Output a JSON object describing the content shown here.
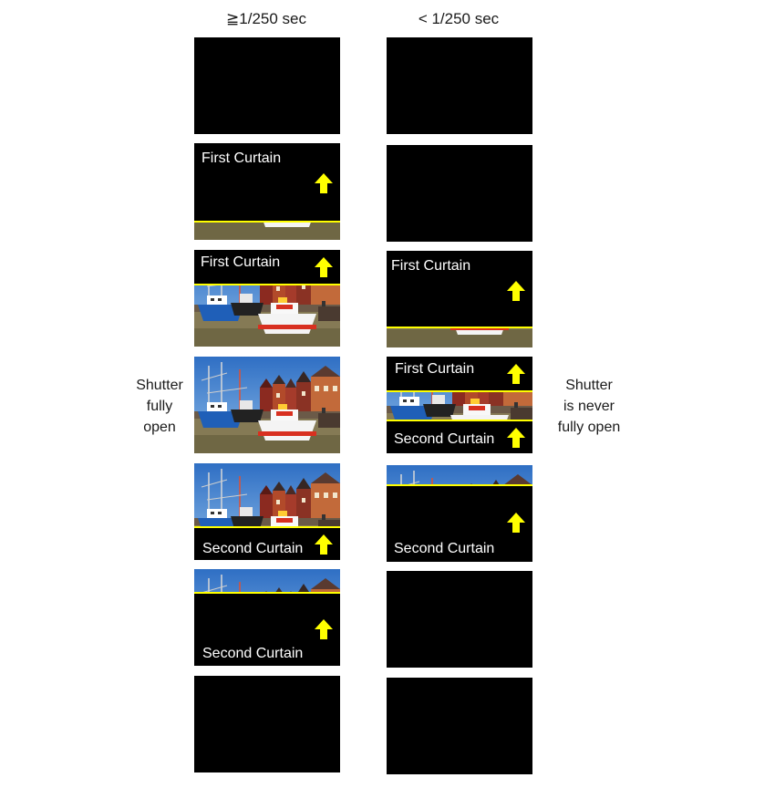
{
  "headers": {
    "left": "≧1/250 sec",
    "right": "< 1/250 sec"
  },
  "labels": {
    "left_side": [
      "Shutter",
      "fully",
      "open"
    ],
    "right_side": [
      "Shutter",
      "is never",
      "fully open"
    ]
  },
  "curtain_text": {
    "first": "First Curtain",
    "second": "Second Curtain"
  },
  "colors": {
    "curtain": "#000000",
    "edge_line": "#ffff00",
    "arrow": "#ffff00",
    "sky": "#3b78c8",
    "water": "#7a7350"
  },
  "icons": [
    "arrow-up-icon"
  ]
}
